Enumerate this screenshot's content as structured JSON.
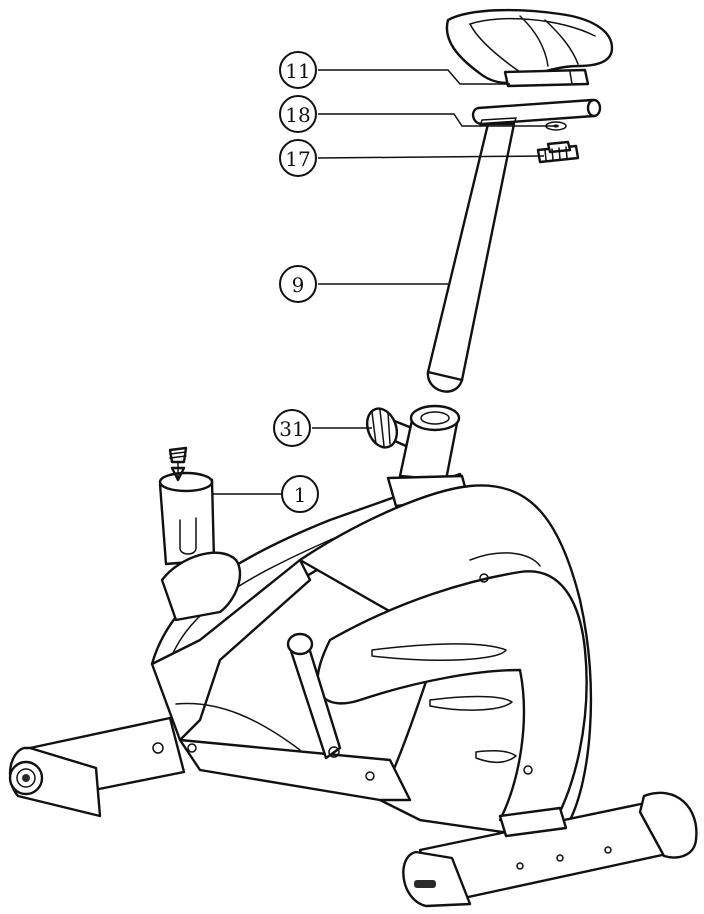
{
  "callouts": [
    {
      "id": "seat",
      "number": "11"
    },
    {
      "id": "seat-slider",
      "number": "18"
    },
    {
      "id": "slider-knob",
      "number": "17"
    },
    {
      "id": "seat-post",
      "number": "9"
    },
    {
      "id": "post-knob",
      "number": "31"
    },
    {
      "id": "frame-tube",
      "number": "1"
    }
  ]
}
